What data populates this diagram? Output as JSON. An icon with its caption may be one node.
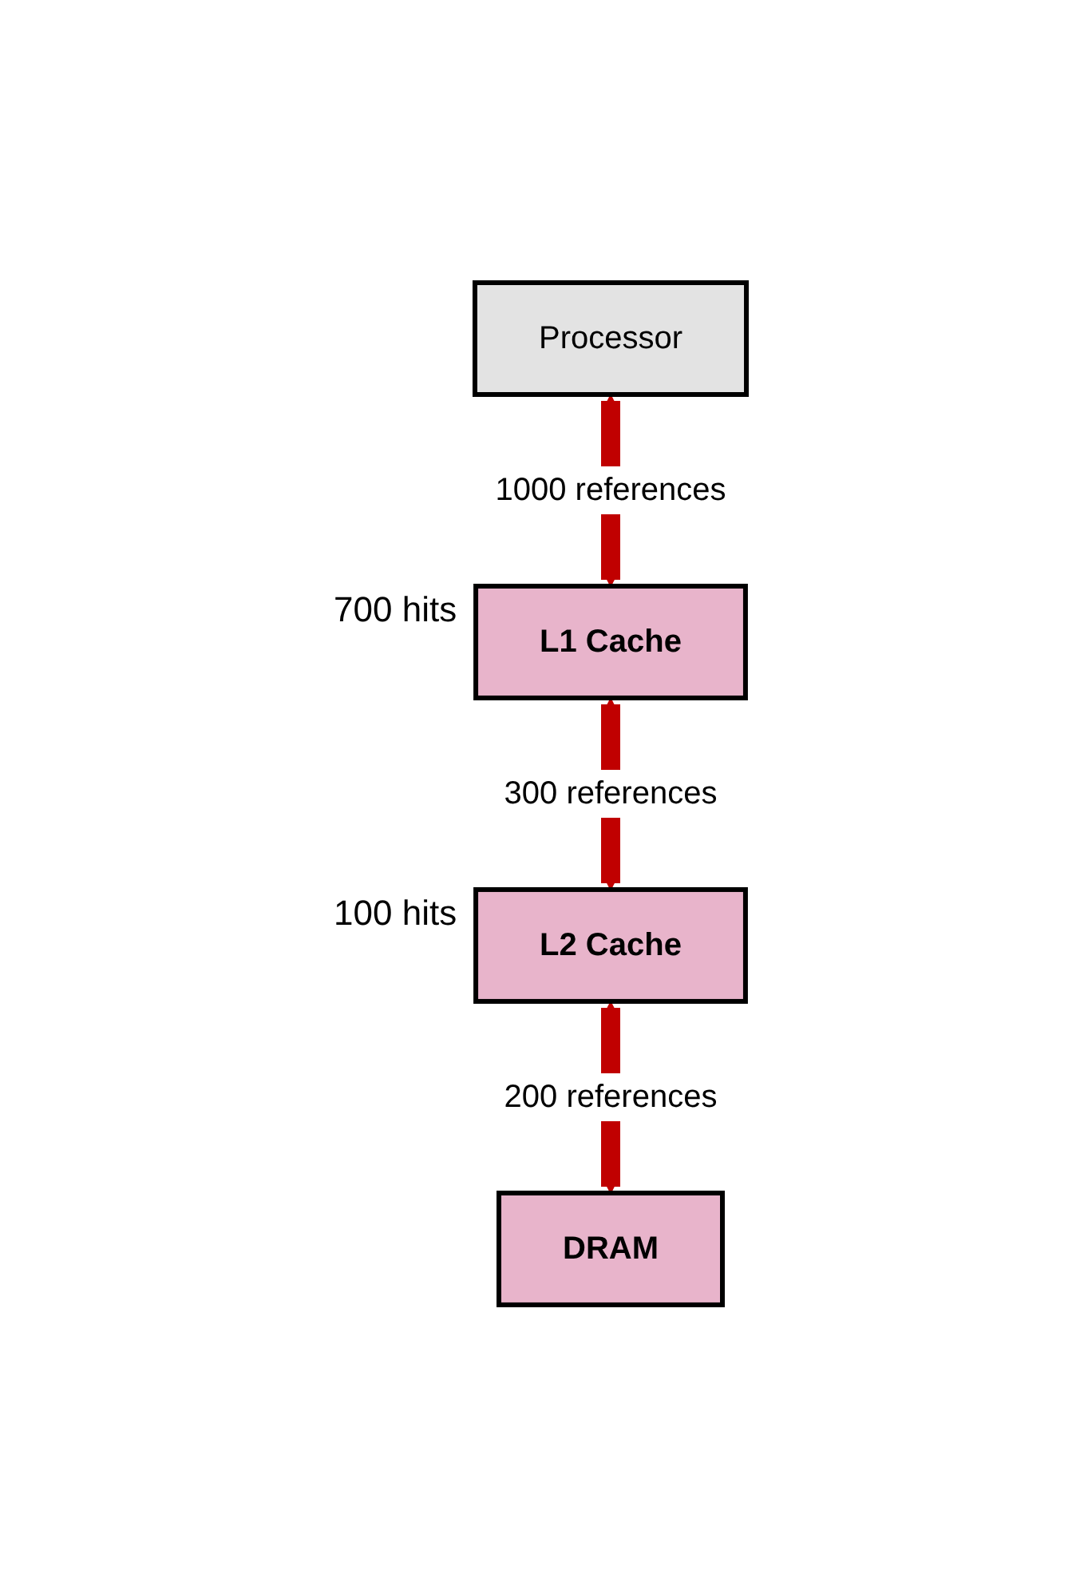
{
  "diagram": {
    "nodes": [
      {
        "text": [
          "Processor"
        ]
      },
      {
        "text": [
          "L1 Cache"
        ],
        "beside": [
          "700 hits"
        ]
      },
      {
        "text": [
          "L2 Cache"
        ],
        "beside": [
          "100 hits"
        ]
      },
      {
        "text": [
          "DRAM"
        ]
      }
    ],
    "edges": [
      {
        "from": 0,
        "to": 1,
        "arrow": "both",
        "label": "1000 references"
      },
      {
        "from": 1,
        "to": 2,
        "arrow": "both",
        "label": "300 references"
      },
      {
        "from": 2,
        "to": 3,
        "arrow": "both",
        "label": "200 references"
      }
    ]
  }
}
